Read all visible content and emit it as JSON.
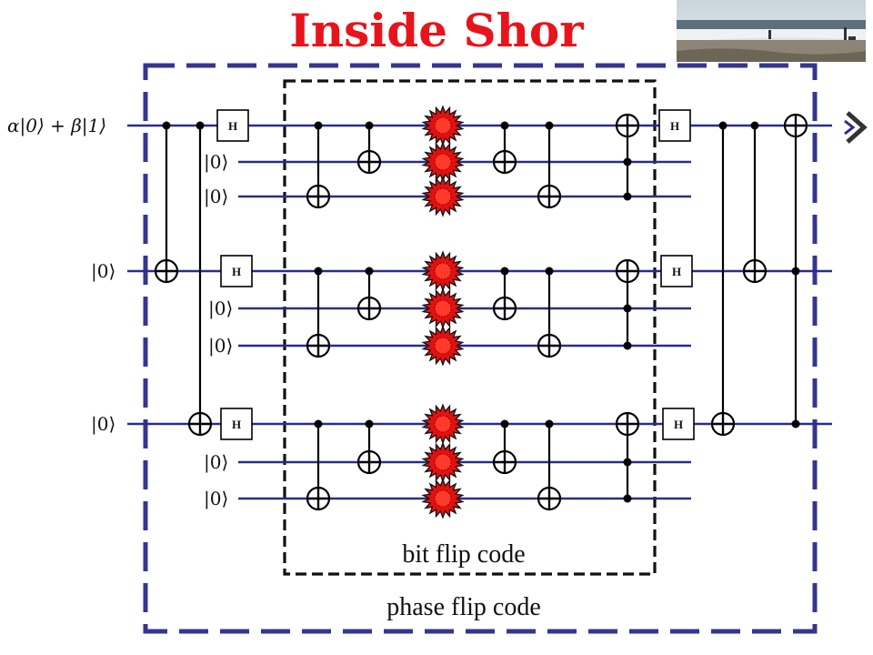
{
  "title": "Inside Shor",
  "input_state": "α|0⟩ + β|1⟩",
  "ancilla_state": "|0⟩",
  "hadamard_label": "H",
  "inner_box_label": "bit flip code",
  "outer_box_label": "phase flip code",
  "colors": {
    "title": "#e8141b",
    "wire": "#2a2c8c",
    "outer_dash": "#353593",
    "inner_dash": "#111111",
    "error_fill": "#e41010",
    "error_outline": "#111111"
  },
  "photo": "beach-photo"
}
